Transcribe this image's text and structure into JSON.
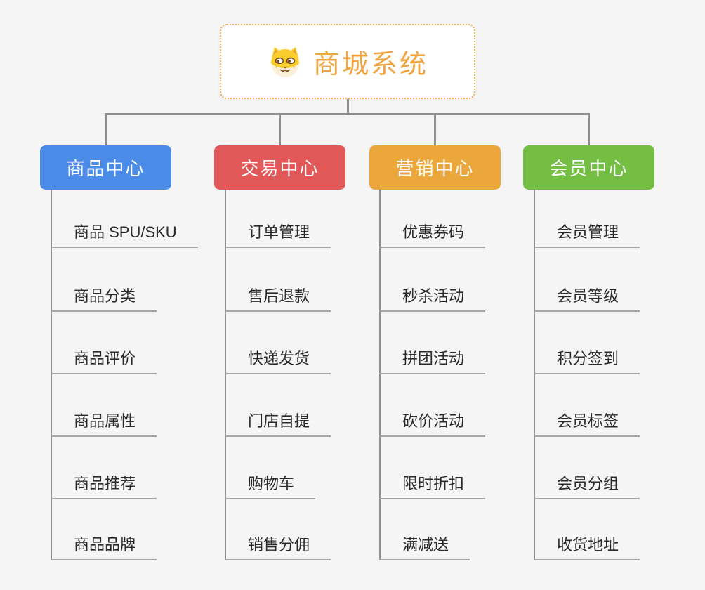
{
  "root": {
    "title": "商城系统",
    "icon": "dog-face-icon",
    "title_color": "#F0A540",
    "border_color": "#F2B156"
  },
  "branches": [
    {
      "label": "商品中心",
      "color": "#4A8CE8",
      "items": [
        "商品 SPU/SKU",
        "商品分类",
        "商品评价",
        "商品属性",
        "商品推荐",
        "商品品牌"
      ]
    },
    {
      "label": "交易中心",
      "color": "#E25858",
      "items": [
        "订单管理",
        "售后退款",
        "快递发货",
        "门店自提",
        "购物车",
        "销售分佣"
      ]
    },
    {
      "label": "营销中心",
      "color": "#EBA73C",
      "items": [
        "优惠券码",
        "秒杀活动",
        "拼团活动",
        "砍价活动",
        "限时折扣",
        "满减送"
      ]
    },
    {
      "label": "会员中心",
      "color": "#74BE44",
      "items": [
        "会员管理",
        "会员等级",
        "积分签到",
        "会员标签",
        "会员分组",
        "收货地址"
      ]
    }
  ],
  "colors": {
    "background": "#F5F5F5",
    "connector": "#8F8F8F",
    "underline": "#A6A6A6",
    "leaf_text": "#2B2B2B"
  }
}
